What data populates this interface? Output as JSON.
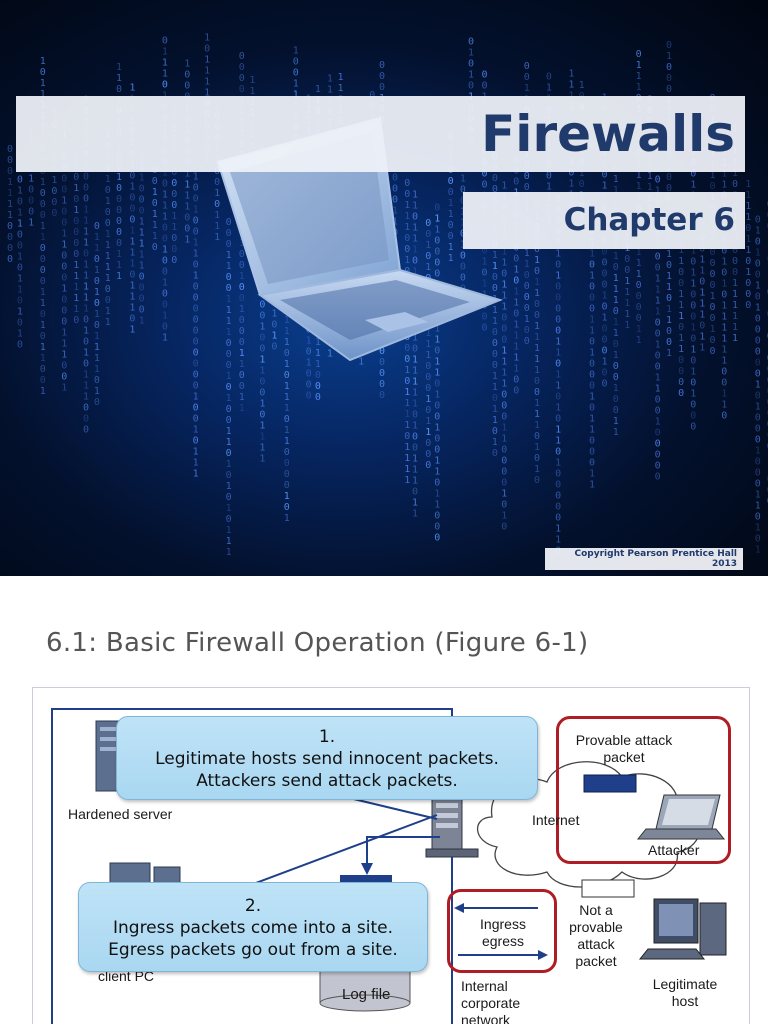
{
  "slide1": {
    "title": "Firewalls",
    "subtitle": "Chapter 6",
    "copyright_line1": "Copyright Pearson Prentice Hall",
    "copyright_line2": "2013"
  },
  "slide2": {
    "title": "6.1: Basic Firewall Operation (Figure 6-1)",
    "callout1": {
      "number": "1.",
      "line1": "Legitimate hosts send innocent packets.",
      "line2": "Attackers send attack packets."
    },
    "callout2": {
      "number": "2.",
      "line1": "Ingress packets come into a site.",
      "line2": "Egress packets go out from a site."
    },
    "labels": {
      "hardened_server": "Hardened server",
      "internet": "Internet",
      "provable_line1": "Provable attack",
      "provable_line2": "packet",
      "attacker": "Attacker",
      "not_a": "Not a",
      "provable": "provable",
      "attack": "attack",
      "packet": "packet",
      "ingress": "Ingress",
      "egress": "egress",
      "internal": "Internal",
      "corporate": "corporate",
      "network": "network",
      "legitimate": "Legitimate",
      "host": "host",
      "log_file": "Log file",
      "client_pc": "client PC"
    },
    "colors": {
      "accent_red": "#b01c24",
      "packet_blue": "#1f3f8a",
      "callout_blue": "#b5ddf4"
    }
  }
}
